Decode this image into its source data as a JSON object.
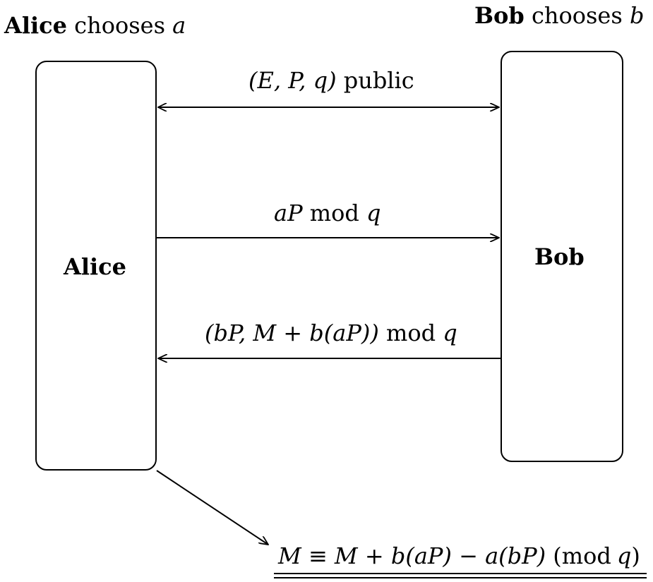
{
  "alice_header": {
    "name": "Alice",
    "verb": "chooses",
    "var": "a"
  },
  "bob_header": {
    "name": "Bob",
    "verb": "chooses",
    "var": "b"
  },
  "alice_box_label": "Alice",
  "bob_box_label": "Bob",
  "messages": {
    "public": {
      "math": "(E, P, q)",
      "text": "public"
    },
    "alice_to_bob": {
      "math": "aP",
      "text": "mod",
      "tail": "q"
    },
    "bob_to_alice": {
      "math": "(bP, M + b(aP))",
      "text": "mod",
      "tail": "q"
    }
  },
  "result": {
    "lhs": "M",
    "relation": "≡",
    "rhs": "M + b(aP) − a(bP)",
    "mod_open": "(mod",
    "mod_var": "q",
    "mod_close": ")"
  }
}
